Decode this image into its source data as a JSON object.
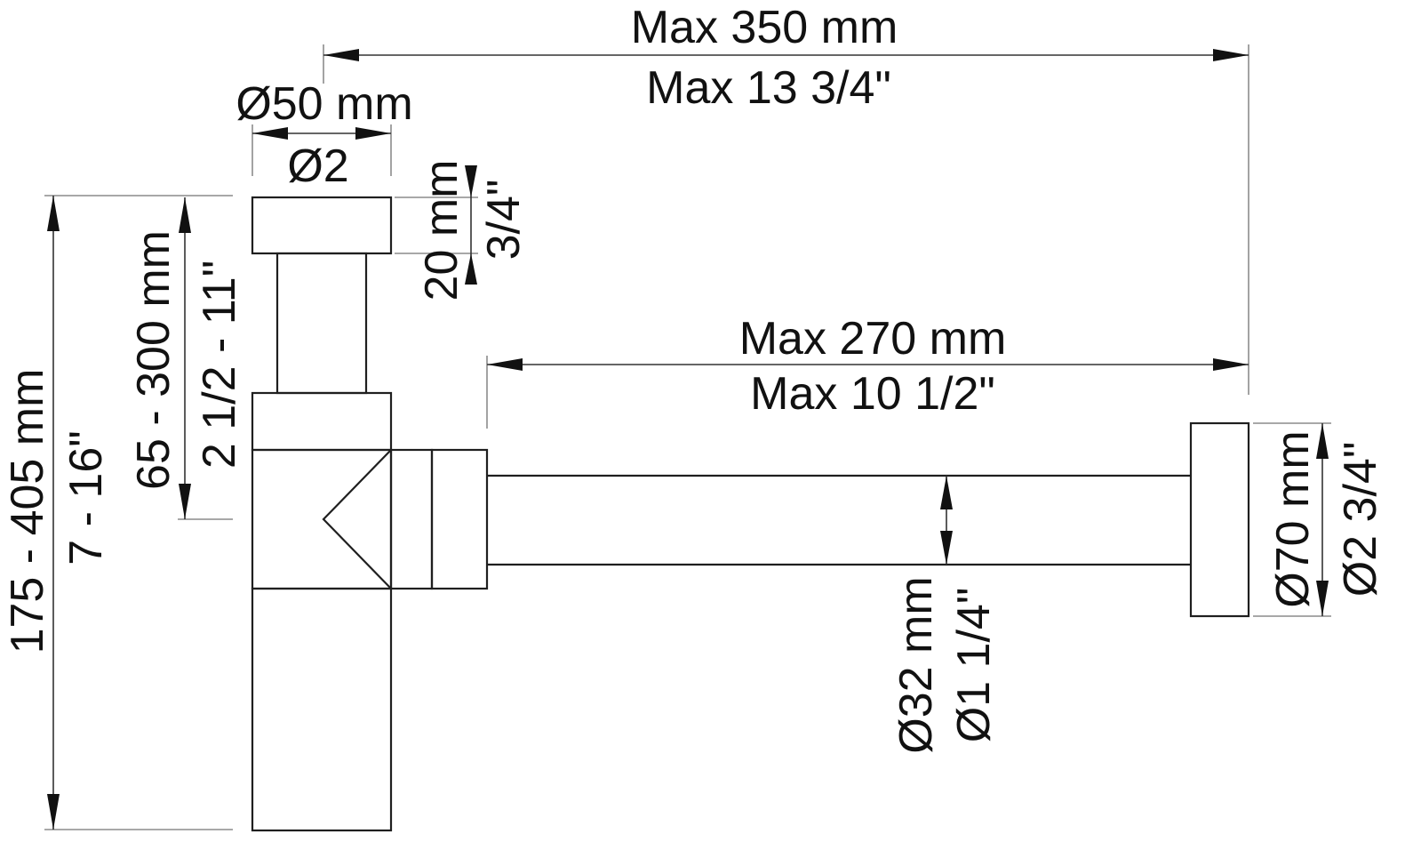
{
  "drawing": {
    "overall_width": {
      "metric": "Max 350 mm",
      "imperial": "Max 13 3/4\""
    },
    "flange_diameter": {
      "metric": "Ø50 mm",
      "imperial": "Ø2"
    },
    "flange_height": {
      "metric": "20 mm",
      "imperial": "3/4\""
    },
    "total_height": {
      "metric": "175 - 405 mm",
      "imperial": "7 - 16\""
    },
    "inlet_height": {
      "metric": "65 - 300 mm",
      "imperial": "2 1/2 - 11\""
    },
    "outlet_length": {
      "metric": "Max 270 mm",
      "imperial": "Max 10 1/2\""
    },
    "pipe_diameter": {
      "metric": "Ø32 mm",
      "imperial": "Ø1 1/4\""
    },
    "wall_flange_diameter": {
      "metric": "Ø70 mm",
      "imperial": "Ø2 3/4\""
    }
  }
}
